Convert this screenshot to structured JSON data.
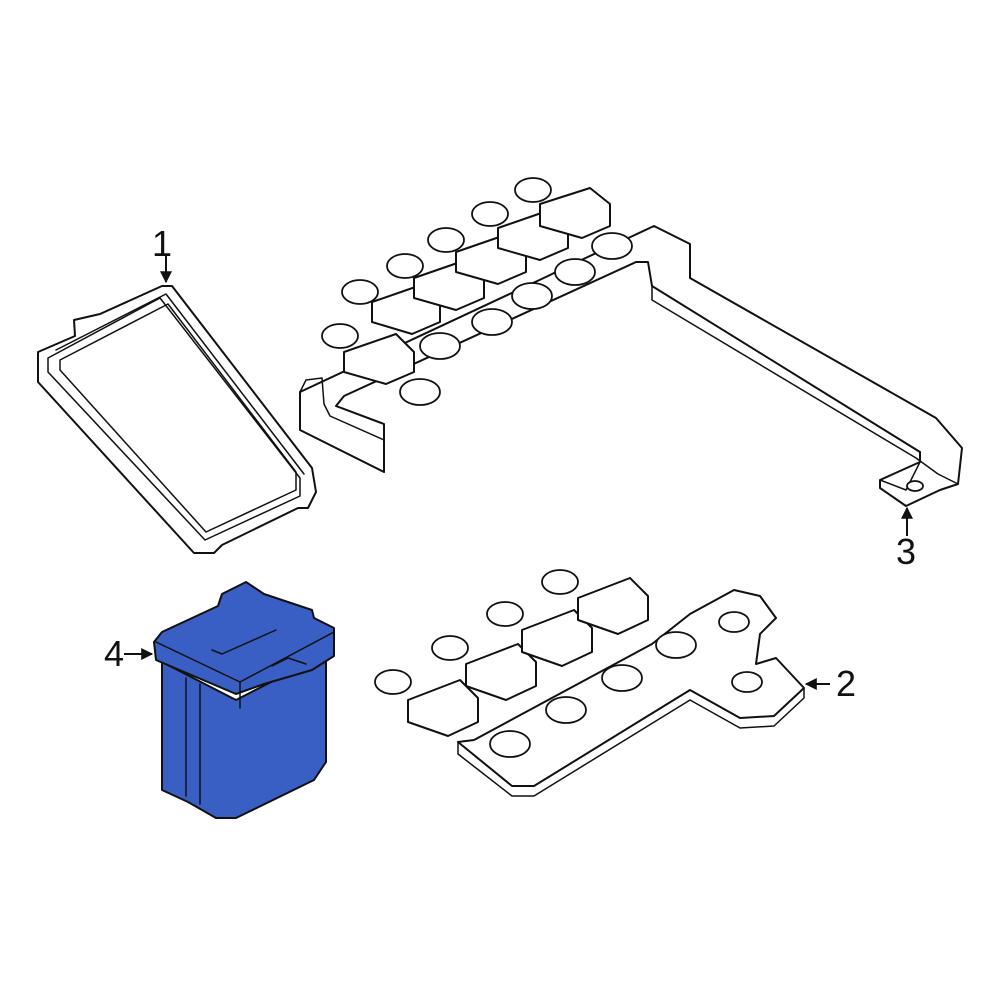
{
  "diagram": {
    "callouts": [
      {
        "id": "1",
        "label": "1",
        "part": "fuse-box-cover"
      },
      {
        "id": "2",
        "label": "2",
        "part": "fuse-block-small"
      },
      {
        "id": "3",
        "label": "3",
        "part": "fuse-block-bracket-large"
      },
      {
        "id": "4",
        "label": "4",
        "part": "cartridge-fuse"
      }
    ],
    "colors": {
      "line": "#111111",
      "background": "#ffffff",
      "highlight_part_fill": "#3a5fc4",
      "highlight_part_stroke": "#111111"
    },
    "highlighted_part": "4"
  }
}
